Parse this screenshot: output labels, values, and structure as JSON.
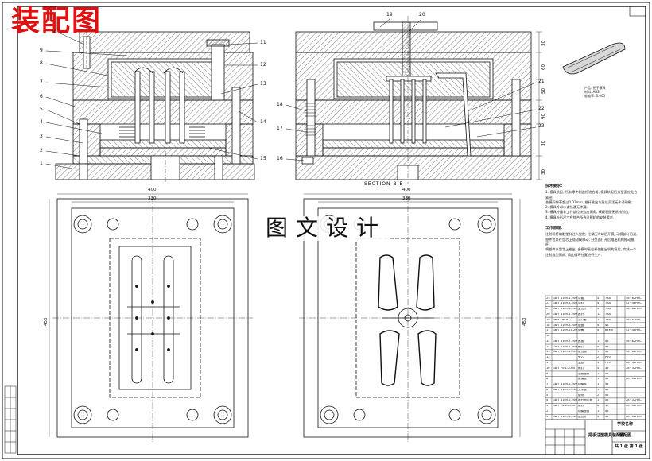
{
  "drawing": {
    "title_overlay": "装配图",
    "watermark": "图文设计",
    "section_label": "SECTION B-B",
    "part_caption_lines": [
      "产品: 把手模具",
      "材料: ABS",
      "收缩率: 0.005"
    ],
    "tech_notes_head": "技术要求:",
    "tech_notes": [
      "1. 模具装配, 所有零件制造检验合格, 模具装配后分型面应贴合紧密,",
      "合模间隙不超过0.02mm, 推杆推出与复位灵活无卡滞现象;",
      "2. 模具冷却水道畅通无渗漏;",
      "3. 模具外露非工作部位棱边应倒角, 模板表面无锈蚀划伤;",
      "4. 模具外形尺寸应符合所选注射机的安装要求."
    ],
    "work_notes_head": "工作原理:",
    "work_notes": [
      "注射机将熔融塑料注入型腔, 经保压冷却后开模, 动模部分后退,",
      "塑件包紧在型芯上随动模移动, 分型面打开后推出机构推动推杆,",
      "将塑件从型芯上推出, 合模时复位杆使推出机构复位, 完成一个",
      "注射成型周期, 如此循环往复进行生产."
    ],
    "callouts_left": [
      "1",
      "2",
      "3",
      "4",
      "5",
      "6",
      "7",
      "8",
      "9",
      "10"
    ],
    "callouts_right_a": [
      "11",
      "12",
      "13",
      "14",
      "15"
    ],
    "callouts_mid": [
      "16",
      "17",
      "18"
    ],
    "callouts_top": [
      "19",
      "20"
    ],
    "callouts_right_b": [
      "21",
      "22",
      "23"
    ],
    "dims_h": [
      "400",
      "330",
      "400",
      "330"
    ],
    "dims_v_plan": [
      "450",
      "450"
    ],
    "dims_v_section": [
      "30",
      "60",
      "50",
      "90",
      "30",
      "30"
    ],
    "bom_rows": [
      [
        "23",
        "GB/T 4169.1-2006",
        "导套",
        "4",
        "T8A",
        "",
        "58~62HRC"
      ],
      [
        "22",
        "GB/T 4169.4-2006",
        "导柱",
        "4",
        "T8A",
        "",
        "42~46HRC"
      ],
      [
        "21",
        "GB/T 4169.3-2006",
        "复位杆",
        "4",
        "T8A",
        "",
        "58~62HRC"
      ],
      [
        "20",
        "GB/T 4169.1-2006",
        "推杆",
        "12",
        "T8A",
        "",
        ""
      ],
      [
        "19",
        "HB 4236-92",
        "浇口套",
        "1",
        "T8A",
        "",
        "58~62HRC"
      ],
      [
        "18",
        "GB/T 4169.8-2006",
        "垫圈",
        "4",
        "45",
        "",
        ""
      ],
      [
        "17",
        "GB/T 4169.11-2006",
        "弹簧",
        "4",
        "65Mn",
        "",
        "42~46HRC"
      ],
      [
        "16",
        "",
        "",
        "",
        "",
        "",
        ""
      ],
      [
        "15",
        "GB/T 4169.7-2006",
        "推板",
        "1",
        "45",
        "",
        "58~62HRC"
      ],
      [
        "14",
        "GB/T 4169.1-2006",
        "螺钉",
        "4",
        "45",
        "",
        ""
      ],
      [
        "13",
        "GB/T 4169.1-2006",
        "定位圈",
        "1",
        "45",
        "",
        "58~62HRC"
      ],
      [
        "12",
        "",
        "型芯",
        "2",
        "P20",
        "",
        ""
      ],
      [
        "11",
        "",
        "型腔",
        "1",
        "P20",
        "",
        "28~32HRC"
      ],
      [
        "10",
        "GB/T 70.1-2000",
        "螺钉",
        "4",
        "35",
        "",
        "28~32HRC"
      ],
      [
        "9",
        "",
        "定模座板",
        "1",
        "45",
        "",
        ""
      ],
      [
        "8",
        "",
        "定模板",
        "1",
        "45",
        "",
        "28~32HRC"
      ],
      [
        "7",
        "GB/T 4169.2-2006",
        "动模板",
        "1",
        "45",
        "",
        ""
      ],
      [
        "6",
        "GB/T 4169.9-2006",
        "支承板",
        "1",
        "45",
        "",
        ""
      ],
      [
        "5",
        "",
        "垫块",
        "2",
        "45",
        "",
        ""
      ],
      [
        "4",
        "GB/T 4169.2-2006",
        "推杆固定板",
        "1",
        "45",
        "",
        "28~32HRC"
      ],
      [
        "3",
        "GB/T 70.1-2000",
        "螺钉",
        "6",
        "35",
        "",
        "28~32HRC"
      ],
      [
        "2",
        "",
        "动模座板",
        "1",
        "45",
        "",
        ""
      ],
      [
        "1",
        "GB/T 4169.3-2006",
        "限位钉",
        "4",
        "45",
        "",
        "28~32HRC"
      ]
    ],
    "title_block": {
      "drawing_name": "把手注塑模具装配图",
      "school": "学校名称",
      "sheet_title": "装配图",
      "footer": "共 1 张 第 1 张"
    }
  }
}
